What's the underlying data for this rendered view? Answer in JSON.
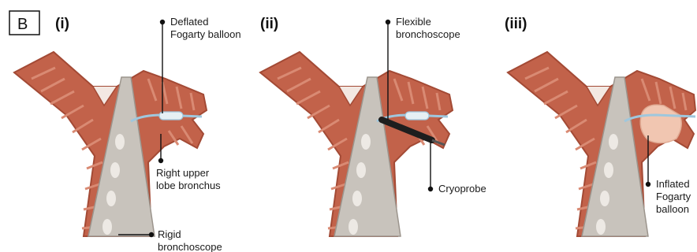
{
  "panel_letter": "B",
  "panels": [
    {
      "roman": "(i)",
      "labels": {
        "deflated_balloon": [
          "Deflated",
          "Fogarty balloon"
        ],
        "rul_bronchus": [
          "Right upper",
          "lobe bronchus"
        ],
        "rigid_scope": [
          "Rigid",
          "bronchoscope"
        ]
      }
    },
    {
      "roman": "(ii)",
      "labels": {
        "flexible_scope": [
          "Flexible",
          "bronchoscope"
        ],
        "cryoprobe": [
          "Cryoprobe"
        ]
      }
    },
    {
      "roman": "(iii)",
      "labels": {
        "inflated_balloon": [
          "Inflated",
          "Fogarty",
          "balloon"
        ]
      }
    }
  ],
  "colors": {
    "airway": "#c2624a",
    "airway_dark": "#a34a35",
    "ring": "#d98a73",
    "rigid_scope": "#c8c3bc",
    "scope_hole": "#ede9e4",
    "catheter": "#9fc7dd",
    "flexible_scope": "#1e1e1e",
    "balloon_inflated": "#f1c6b1"
  }
}
